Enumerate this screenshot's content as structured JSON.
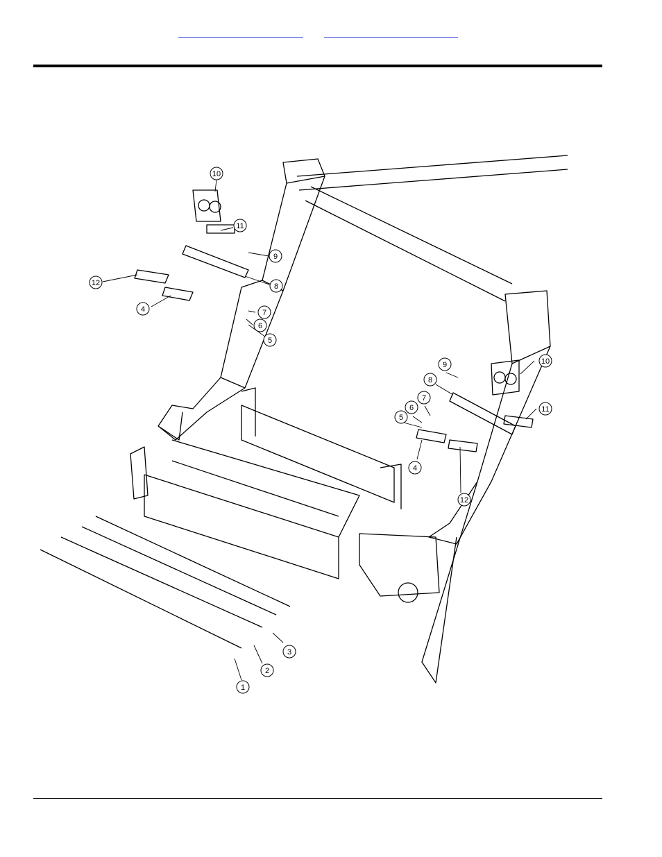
{
  "header": {
    "link_left": "",
    "link_right": ""
  },
  "diagram": {
    "callouts": [
      {
        "id": "c10a",
        "label": "10"
      },
      {
        "id": "c11a",
        "label": "11"
      },
      {
        "id": "c9a",
        "label": "9"
      },
      {
        "id": "c12a",
        "label": "12"
      },
      {
        "id": "c8a",
        "label": "8"
      },
      {
        "id": "c4a",
        "label": "4"
      },
      {
        "id": "c7a",
        "label": "7"
      },
      {
        "id": "c6a",
        "label": "6"
      },
      {
        "id": "c5a",
        "label": "5"
      },
      {
        "id": "c9b",
        "label": "9"
      },
      {
        "id": "c10b",
        "label": "10"
      },
      {
        "id": "c8b",
        "label": "8"
      },
      {
        "id": "c7b",
        "label": "7"
      },
      {
        "id": "c6b",
        "label": "6"
      },
      {
        "id": "c5b",
        "label": "5"
      },
      {
        "id": "c11b",
        "label": "11"
      },
      {
        "id": "c4b",
        "label": "4"
      },
      {
        "id": "c12b",
        "label": "12"
      },
      {
        "id": "c3",
        "label": "3"
      },
      {
        "id": "c2",
        "label": "2"
      },
      {
        "id": "c1",
        "label": "1"
      }
    ]
  }
}
